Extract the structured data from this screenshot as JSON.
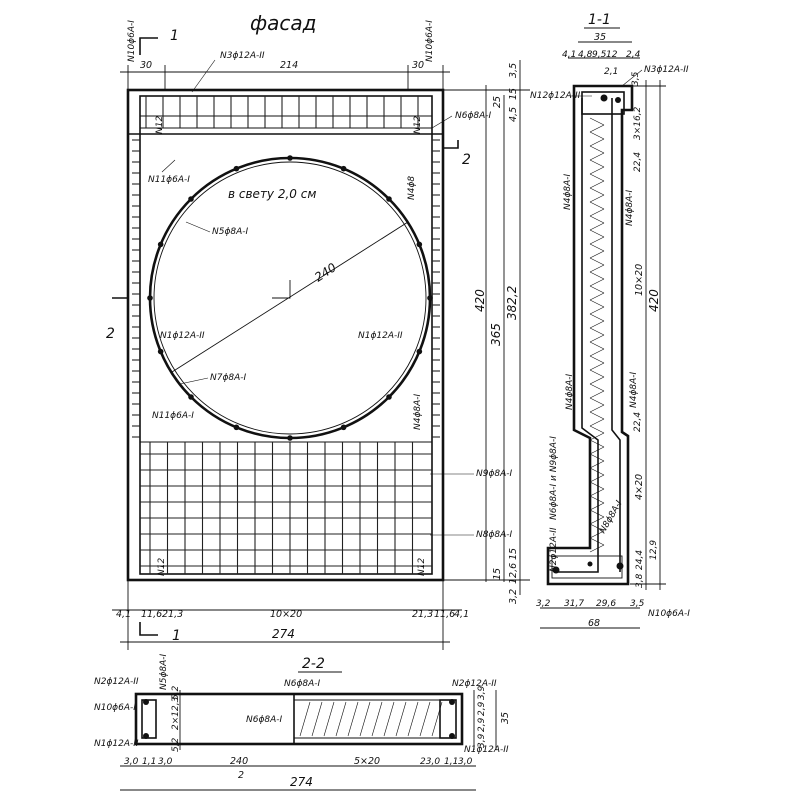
{
  "facade": {
    "title": "фасад",
    "cut_1_top": "1",
    "cut_1_bottom": "1",
    "cut_2_left": "2",
    "cut_2_right": "2",
    "bar_top_left": "N10ϕ6A-I",
    "bar_top_right": "N10ϕ6A-I",
    "bar_n3": "N3ϕ12A-II",
    "bar_n6": "N6ϕ8A-I",
    "bar_n4_top": "N4ϕ8",
    "bar_n11_top": "N11ϕ6A-I",
    "clear_span": "в свету 2,0 см",
    "bar_n5": "N5ϕ8A-I",
    "diameter": "240",
    "bar_n1_left": "N1ϕ12A-II",
    "bar_n1_right": "N1ϕ12A-II",
    "bar_n7": "N7ϕ8A-I",
    "bar_n11_bottom": "N11ϕ6A-I",
    "bar_n4_bottom": "N4ϕ8A-I",
    "bar_n9": "N9ϕ8A-I",
    "bar_n8": "N8ϕ8A-I",
    "n12_top_left": "N12",
    "n12_top_right": "N12",
    "n12_bottom_left": "N12",
    "n12_bottom_right": "N12",
    "top_dims": [
      "30",
      "214",
      "30"
    ],
    "height_420": "420",
    "height_365": "365",
    "height_3822": "382,2",
    "right_top_dims": [
      "3,5",
      "25",
      "4,5",
      "15"
    ],
    "right_bottom_dims": [
      "15",
      "15",
      "12,6",
      "3,2"
    ],
    "bottom_dims": [
      "4,1",
      "11,6",
      "21,3",
      "10×20",
      "21,3",
      "11,6",
      "4,1"
    ],
    "bottom_total": "274"
  },
  "section_1_1": {
    "title": "1-1",
    "top_dim": "35",
    "top_small_dims": [
      "4,1",
      "4,8",
      "9,5",
      "12",
      "2,4"
    ],
    "top_dim_21": "2,1",
    "bar_n3": "N3ϕ12A-II",
    "bar_n12": "N12ϕ12A-II",
    "bar_n4a": "N4ϕ8A-I",
    "bar_n4b": "N4ϕ8A-I",
    "bar_n4c": "N4ϕ8A-I",
    "bar_n4d": "N4ϕ8A-I",
    "bar_n6n9": "N6ϕ8A-I и N9ϕ8A-I",
    "bar_n2": "N2ϕ12A-II",
    "bar_n8": "N8ϕ8A-I",
    "right_dims": [
      "3,5",
      "3×16,2",
      "22,4",
      "10×20",
      "22,4",
      "4×20",
      "24,4",
      "12,9",
      "3,8"
    ],
    "total_height": "420",
    "bottom_dims": [
      "3,2",
      "31,7",
      "29,6",
      "3,5"
    ],
    "bottom_total": "68",
    "bar_n10": "N10ϕ6A-I"
  },
  "section_2_2": {
    "title": "2-2",
    "bar_n5": "N5ϕ8A-I",
    "bar_n2_left": "N2ϕ12A-II",
    "bar_n10": "N10ϕ6A-I",
    "bar_n1_left": "N1ϕ12A-II",
    "bar_n6_top": "N6ϕ8A-I",
    "bar_n6_mid": "N6ϕ8A-I",
    "bar_n2_right": "N2ϕ12A-II",
    "bar_n1_right": "N1ϕ12A-II",
    "left_vert_dims": [
      "5,2",
      "2×12,3",
      "5,2"
    ],
    "right_vert_dims": [
      "3,9",
      "2,9",
      "2,9",
      "3,9"
    ],
    "height": "35",
    "bottom_dims": [
      "3,0",
      "1,1",
      "3,0",
      "240",
      "5×20",
      "23,0",
      "1,1",
      "3,0"
    ],
    "mark_2": "2",
    "bottom_total": "274"
  }
}
